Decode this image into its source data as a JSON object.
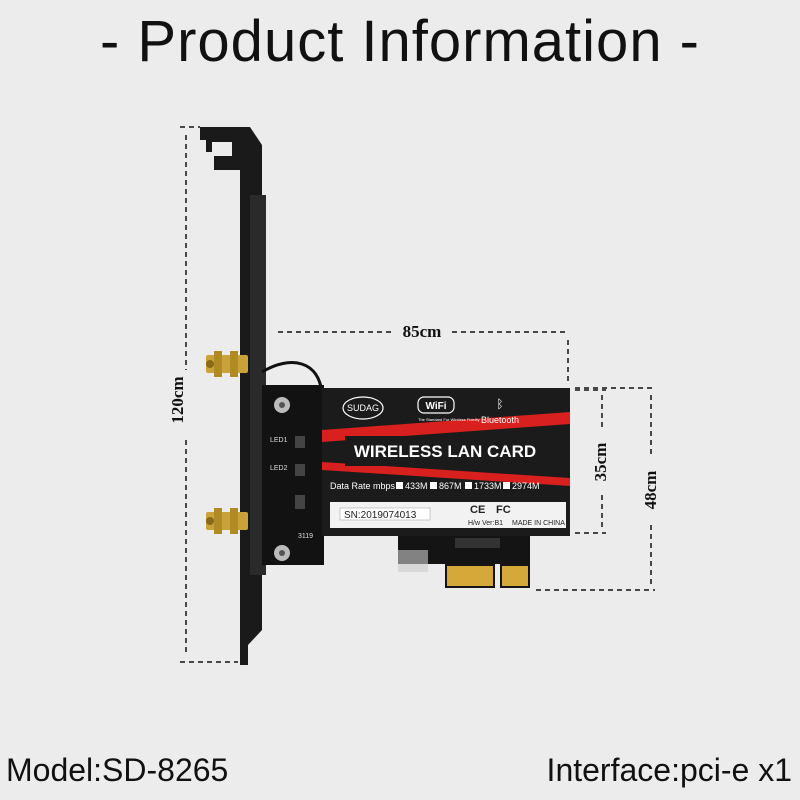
{
  "header": {
    "title": "- Product Information -"
  },
  "dimensions": {
    "width": "85cm",
    "height": "120cm",
    "card_height": "35cm",
    "total_height": "48cm"
  },
  "card": {
    "brand": "SUDAG",
    "wifi_logo": "WiFi",
    "wifi_tagline": "The Standard For Wireless Fidelity",
    "bluetooth_label": "Bluetooth",
    "product_name": "WIRELESS LAN CARD",
    "data_rate_label": "Data Rate mbps",
    "rates": [
      "433M",
      "867M",
      "1733M",
      "2974M"
    ],
    "serial": "SN:2019074013",
    "hw_version": "H/w Ver:B1",
    "made_in": "MADE IN CHINA",
    "certifications": [
      "CE",
      "FC"
    ],
    "led_labels": [
      "LED1",
      "LED2"
    ],
    "pcb_marking": "3119"
  },
  "footer": {
    "model": "Model:SD-8265",
    "interface": "Interface:pci-e x1"
  }
}
